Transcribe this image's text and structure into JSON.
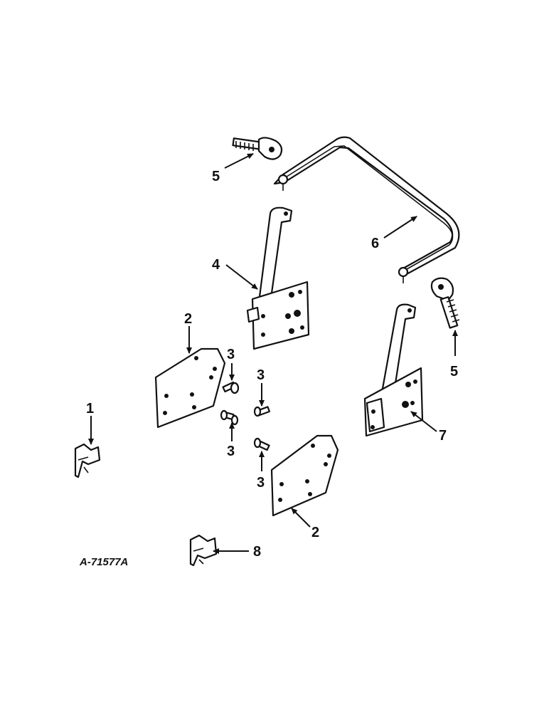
{
  "figure_ref": "A-71577A",
  "callouts": {
    "c1": "1",
    "c2a": "2",
    "c2b": "2",
    "c3a": "3",
    "c3b": "3",
    "c3c": "3",
    "c3d": "3",
    "c4": "4",
    "c5a": "5",
    "c5b": "5",
    "c6": "6",
    "c7": "7",
    "c8": "8"
  },
  "colors": {
    "ink": "#111111",
    "paper": "#ffffff"
  }
}
